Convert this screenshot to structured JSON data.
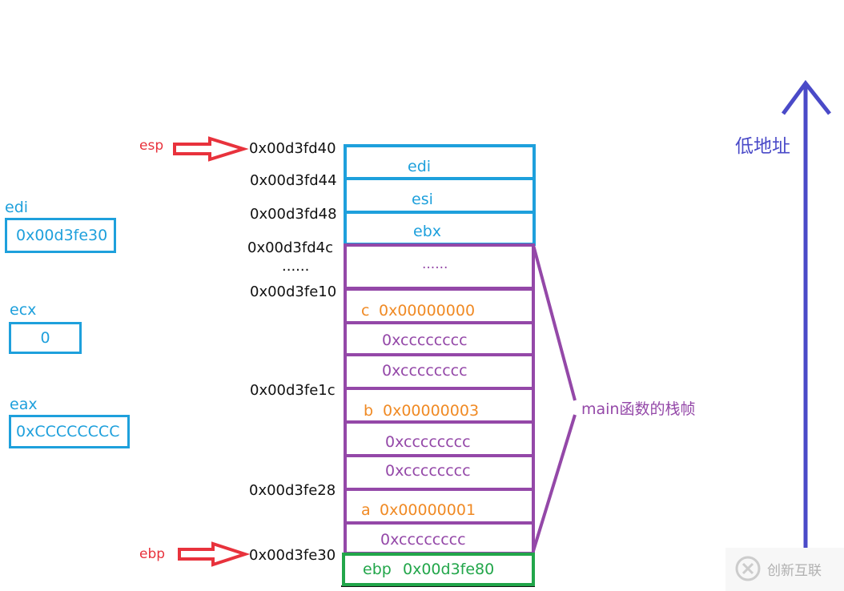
{
  "registers": {
    "edi": {
      "label": "edi",
      "value": "0x00d3fe30"
    },
    "ecx": {
      "label": "ecx",
      "value": "0"
    },
    "eax": {
      "label": "eax",
      "value": "0xCCCCCCCC"
    }
  },
  "pointers": {
    "esp": "esp",
    "ebp": "ebp"
  },
  "addresses": {
    "a40": "0x00d3fd40",
    "a44": "0x00d3fd44",
    "a48": "0x00d3fd48",
    "a4c": "0x00d3fd4c",
    "dots": "......",
    "e10": "0x00d3fe10",
    "e1c": "0x00d3fe1c",
    "e28": "0x00d3fe28",
    "e30": "0x00d3fe30"
  },
  "stack": {
    "edi": "edi",
    "esi": "esi",
    "ebx": "ebx",
    "dots": "......",
    "c_name": "c",
    "c_val": "0x00000000",
    "cc1": "0xcccccccc",
    "cc2": "0xcccccccc",
    "b_name": "b",
    "b_val": "0x00000003",
    "cc3": "0xcccccccc",
    "cc4": "0xcccccccc",
    "a_name": "a",
    "a_val": "0x00000001",
    "cc5": "0xcccccccc",
    "ebp_name": "ebp",
    "ebp_val": "0x00d3fe80"
  },
  "frame_label": "main函数的栈帧",
  "low_address_label": "低地址",
  "watermark": "创新互联",
  "colors": {
    "register_blue": "#1ea0dc",
    "frame_purple": "#9448a8",
    "value_orange": "#f08a24",
    "saved_ebp_green": "#22a64a",
    "pointer_red": "#e8323c",
    "axis_blue": "#4a4ac8"
  }
}
